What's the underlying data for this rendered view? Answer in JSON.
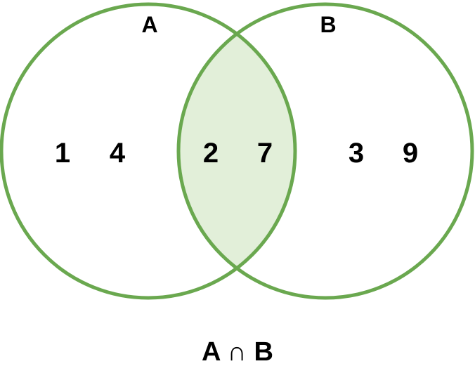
{
  "sets": {
    "a": {
      "label": "A",
      "elements": [
        "1",
        "4"
      ]
    },
    "b": {
      "label": "B",
      "elements": [
        "3",
        "9"
      ]
    },
    "intersection": {
      "elements": [
        "2",
        "7"
      ]
    }
  },
  "caption": "A ∩ B",
  "colors": {
    "outline": "#6aa84f",
    "intersection_fill": "#e2efd9",
    "text": "#000000"
  }
}
